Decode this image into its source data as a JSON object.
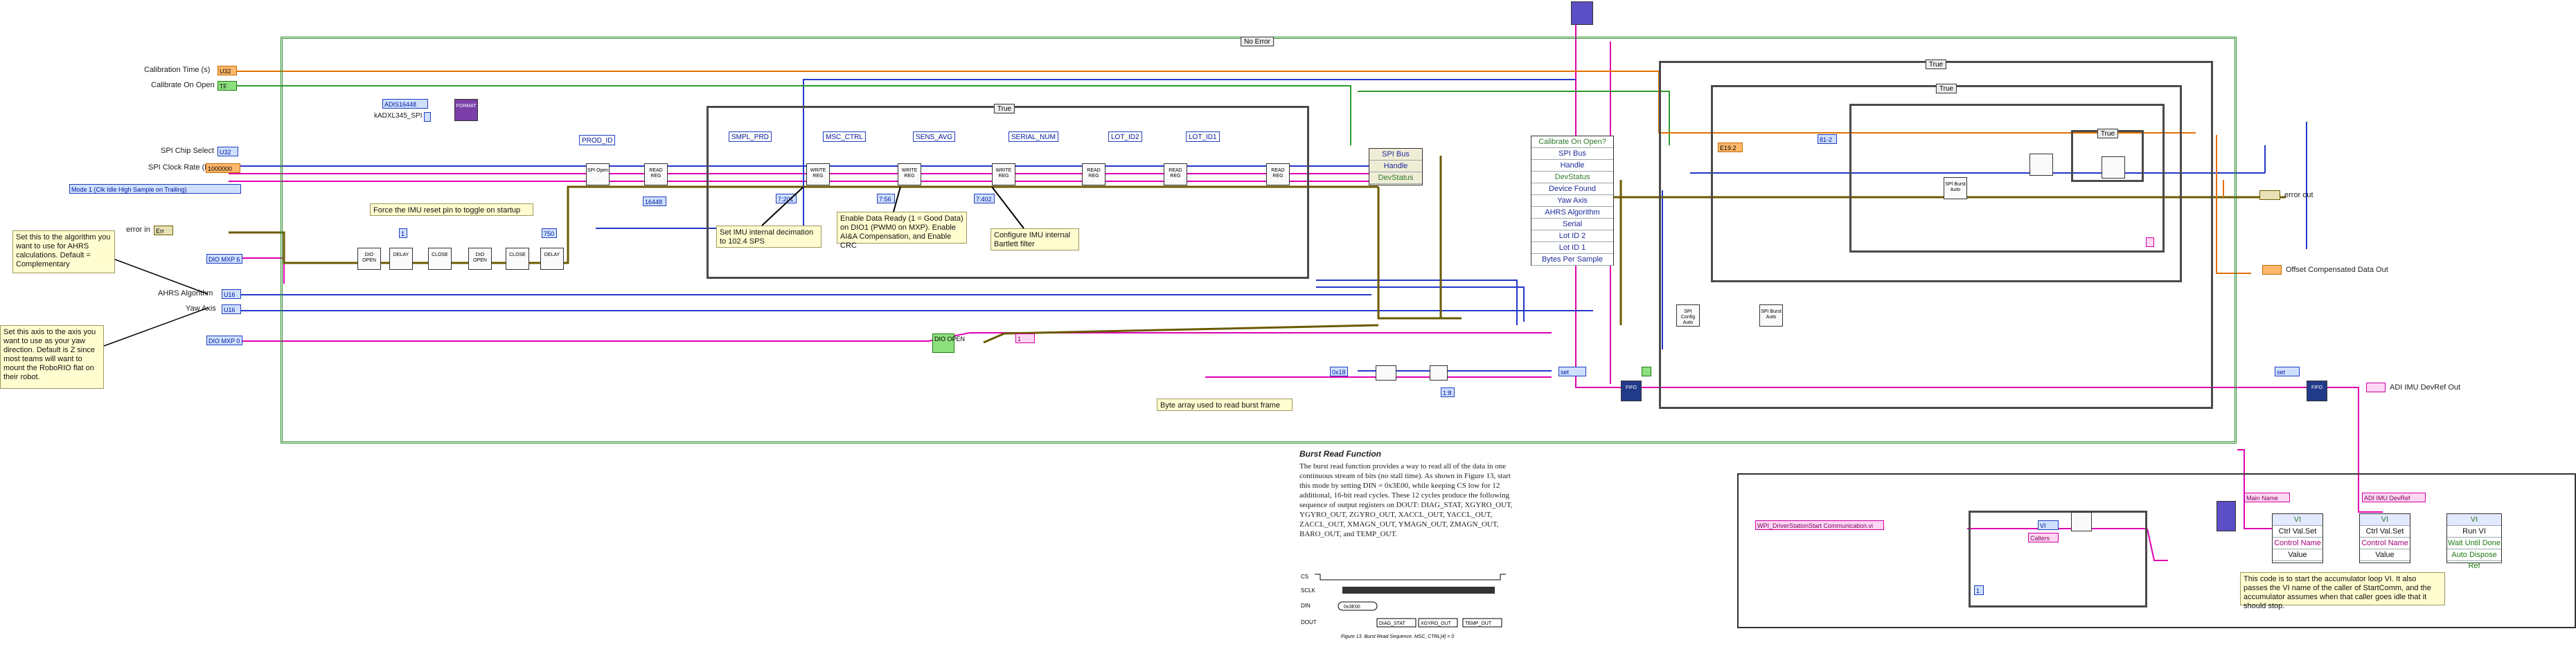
{
  "structure": {
    "case_selector": "No Error",
    "inner_true_1": "True",
    "right_outer_true": "True",
    "right_inner_true": "True",
    "right_small_true": "True"
  },
  "controls": {
    "calibration_time": {
      "label": "Calibration Time (s)",
      "value": "U32"
    },
    "calibrate_on_open": {
      "label": "Calibrate On Open",
      "value": "TF"
    },
    "spi_chip_select": {
      "label": "SPI Chip Select",
      "value": "U32"
    },
    "spi_clock_rate": {
      "label": "SPI Clock Rate (Hz)",
      "value": "1000000"
    },
    "mode_select": {
      "label": "Mode 1 (Clk Idle High Sample on Trailing)"
    },
    "error_in": {
      "label": "error in",
      "value": "Err"
    },
    "dio_mxp_6": {
      "label": "DIO MXP 6"
    },
    "ahrs_algorithm": {
      "label": "AHRS Algorithm",
      "value": "U16"
    },
    "yaw_axis": {
      "label": "Yaw Axis",
      "value": "U16"
    },
    "dio_mxp_0": {
      "label": "DIO MXP 0"
    },
    "adis16448": "ADIS16448",
    "kadxl": "kADXL345_SPI",
    "ref_value": "16448",
    "pin_num": "1",
    "const_750": "750",
    "bit_const": "1",
    "hex_const": "0x18"
  },
  "registers": [
    "PROD_ID",
    "SMPL_PRD",
    "MSC_CTRL",
    "SENS_AVG",
    "SERIAL_NUM",
    "LOT_ID2",
    "LOT_ID1"
  ],
  "small_consts": {
    "c1": "7:201",
    "c2": "7:56",
    "c3": "7:402",
    "c4": "1:8",
    "c5": "E19.2",
    "c6": "81-2"
  },
  "notes": {
    "ahrs_note": "Set this to the algorithm you want to use for AHRS calculations. Default = Complementary",
    "yaw_note": "Set this axis to the axis you want to use as your yaw direction. Default is Z since most teams will want to mount the RoboRIO flat on their robot.",
    "reset_note": "Force the IMU reset pin to toggle on startup",
    "decimation_note": "Set IMU internal decimation to 102.4 SPS",
    "dataready_note": "Enable Data Ready (1 = Good Data) on DIO1 (PWM0 on MXP). Enable AI&A Compensation, and Enable CRC",
    "bartlett_note": "Configure IMU internal Bartlett filter",
    "burst_note": "Byte array used to read burst frame",
    "accum_note": "This code is to start the accumulator loop VI. It also passes the VI name of the caller of StartComm, and the accumulator assumes when that caller goes idle that it should stop."
  },
  "cluster_left": [
    "SPI Bus",
    "Handle",
    "DevStatus"
  ],
  "cluster_right": [
    "Calibrate On Open?",
    "SPI Bus",
    "Handle",
    "DevStatus",
    "Device Found",
    "Yaw Axis",
    "AHRS Algorithm",
    "Serial",
    "Lot ID 2",
    "Lot ID 1",
    "Bytes Per Sample"
  ],
  "outputs": {
    "error_out": "error out",
    "offset_out": "Offset Compensated Data Out",
    "devref_out": "ADI IMU DevRef Out"
  },
  "bottom_panel": {
    "start_comm_string": "WPI_DriverStationStart Communication.vi",
    "callers": "Callers",
    "main_name": "Main Name",
    "devref": "ADI IMU DevRef",
    "vi_label": "VI",
    "ctrl_val_set": "Ctrl Val.Set",
    "control_name": "Control Name",
    "value": "Value",
    "run_vi": "Run VI",
    "wait_until_done": "Wait Until Done",
    "auto_dispose_ref": "Auto Dispose Ref",
    "set": "set"
  },
  "doc": {
    "title": "Burst Read Function",
    "body": "The burst read function provides a way to read all of the data in one continuous stream of bits (no stall time). As shown in Figure 13, start this mode by setting DIN = 0x3E00, while keeping CS low for 12 additional, 16-bit read cycles. These 12 cycles produce the following sequence of output registers on DOUT: DIAG_STAT, XGYRO_OUT, YGYRO_OUT, ZGYRO_OUT, XACCL_OUT, YACCL_OUT, ZACCL_OUT, XMAGN_OUT, YMAGN_OUT, ZMAGN_OUT, BARO_OUT, and TEMP_OUT.",
    "caption": "Figure 13. Burst Read Sequence, MSC_CTRL[4] = 0",
    "timing_cs": "CS",
    "timing_sclk": "SCLK",
    "timing_din": "DIN",
    "timing_dout": "DOUT",
    "din_word": "0x3E00",
    "dout_words": [
      "DIAG_STAT",
      "XGYRO_OUT",
      "TEMP_OUT"
    ]
  },
  "node_labels": {
    "spi_open": "SPI Open",
    "read_reg": "READ REG",
    "write_reg": "WRITE REG",
    "dio_open": "DIO OPEN",
    "delay": "DELAY",
    "close": "CLOSE",
    "spi_config": "SPI Config Auto",
    "spi_burst": "SPI Burst Auto",
    "ctrl_on": "SPI Burst Auto"
  }
}
